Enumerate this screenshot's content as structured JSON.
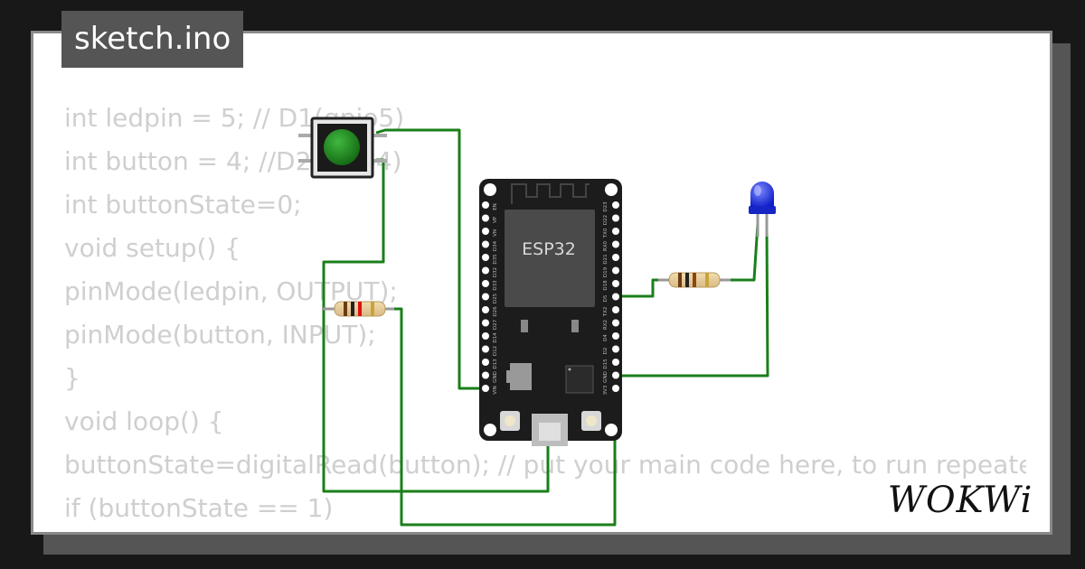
{
  "tab": {
    "filename": "sketch.ino"
  },
  "code_lines": [
    "int ledpin = 5; // D1(gpio5)",
    "int button = 4; //D2(gpio4)",
    "int buttonState=0;",
    "void setup() {",
    "pinMode(ledpin, OUTPUT);",
    "pinMode(button, INPUT);",
    "}",
    "void loop() {",
    "buttonState=digitalRead(button); // put your main code here, to run repeatedly:",
    "if (buttonState == 1)",
    "{"
  ],
  "board": {
    "chip_label": "ESP32",
    "left_pins": [
      "EN",
      "VP",
      "VN",
      "D34",
      "D35",
      "D32",
      "D33",
      "D25",
      "D26",
      "D27",
      "D14",
      "D12",
      "D13",
      "GND",
      "VIN"
    ],
    "right_pins": [
      "D23",
      "D22",
      "TX0",
      "RX0",
      "D21",
      "D19",
      "D18",
      "D5",
      "TX2",
      "RX2",
      "D4",
      "D2",
      "D15",
      "GND",
      "3V3"
    ]
  },
  "brand": {
    "logo_text": "WOKWi"
  },
  "colors": {
    "wire": "#1a7f1a",
    "board": "#1c1c1c",
    "button_cap": "#1e8a1e",
    "led": "#1f2fe0"
  }
}
